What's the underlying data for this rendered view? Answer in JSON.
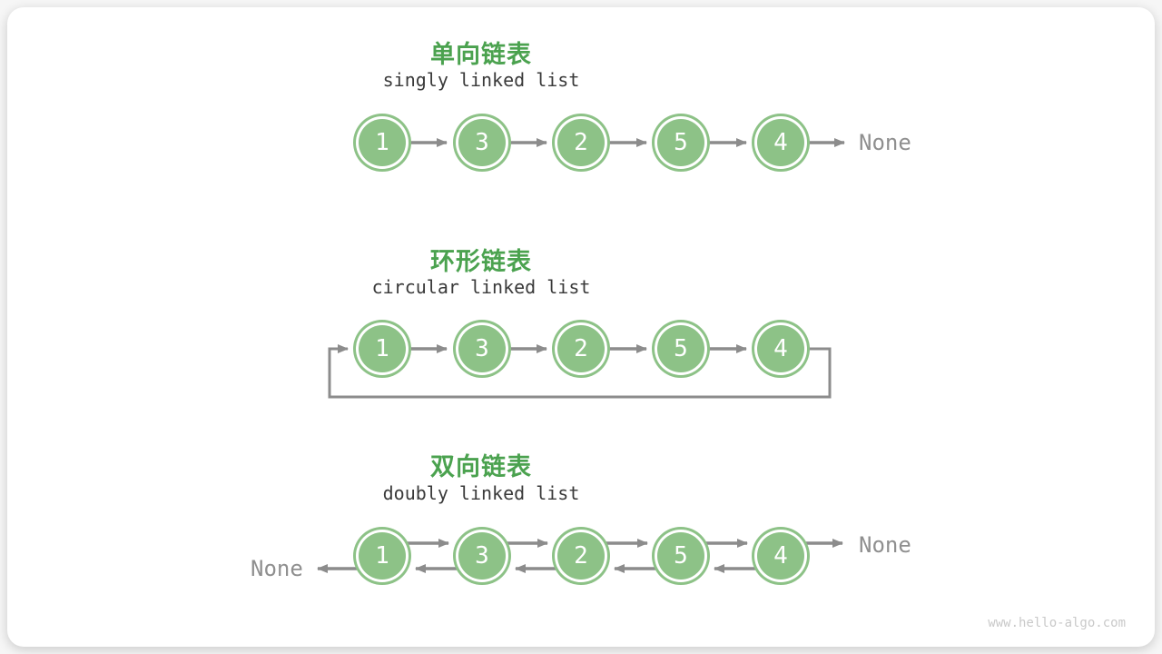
{
  "colors": {
    "node_green": "#8dc287",
    "title_green": "#4ba24f",
    "arrow_gray": "#8c8c8c",
    "text_dark": "#3a3a3a",
    "none_gray": "#8f8f8f",
    "watermark_gray": "#c9c9c9"
  },
  "sections": [
    {
      "id": "singly",
      "title_zh": "单向链表",
      "title_en": "singly linked list",
      "nodes": [
        "1",
        "3",
        "2",
        "5",
        "4"
      ],
      "tail_label": "None"
    },
    {
      "id": "circular",
      "title_zh": "环形链表",
      "title_en": "circular linked list",
      "nodes": [
        "1",
        "3",
        "2",
        "5",
        "4"
      ]
    },
    {
      "id": "doubly",
      "title_zh": "双向链表",
      "title_en": "doubly linked list",
      "nodes": [
        "1",
        "3",
        "2",
        "5",
        "4"
      ],
      "head_label": "None",
      "tail_label": "None"
    }
  ],
  "watermark": "www.hello-algo.com"
}
